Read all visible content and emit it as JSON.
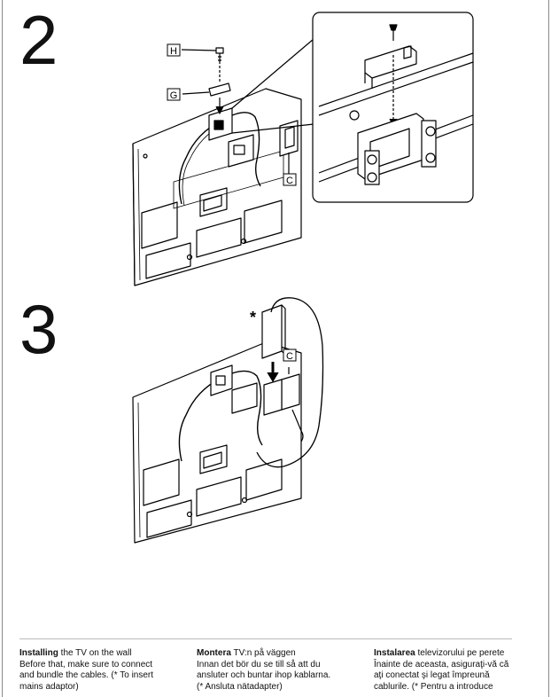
{
  "steps": [
    {
      "number": "2",
      "labels": {
        "h": "H",
        "g": "G",
        "c": "C"
      }
    },
    {
      "number": "3",
      "labels": {
        "c": "C",
        "asterisk": "*"
      }
    }
  ],
  "captions": {
    "en": {
      "bold": "Installing",
      "title_rest": " the TV on the wall",
      "lines": [
        "Before that, make sure to connect",
        "and bundle the cables. (* To insert",
        "mains adaptor)"
      ]
    },
    "sv": {
      "bold": "Montera",
      "title_rest": " TV:n på väggen",
      "lines": [
        "Innan det bör du se till så att du",
        "ansluter och buntar ihop kablarna.",
        "(* Ansluta nätadapter)"
      ]
    },
    "ro": {
      "bold": "Instalarea",
      "title_rest": " televizorului pe perete",
      "lines": [
        "Înainte de aceasta, asiguraţi-vă că",
        "aţi conectat şi legat împreună",
        "cablurile. (* Pentru a introduce"
      ]
    }
  }
}
